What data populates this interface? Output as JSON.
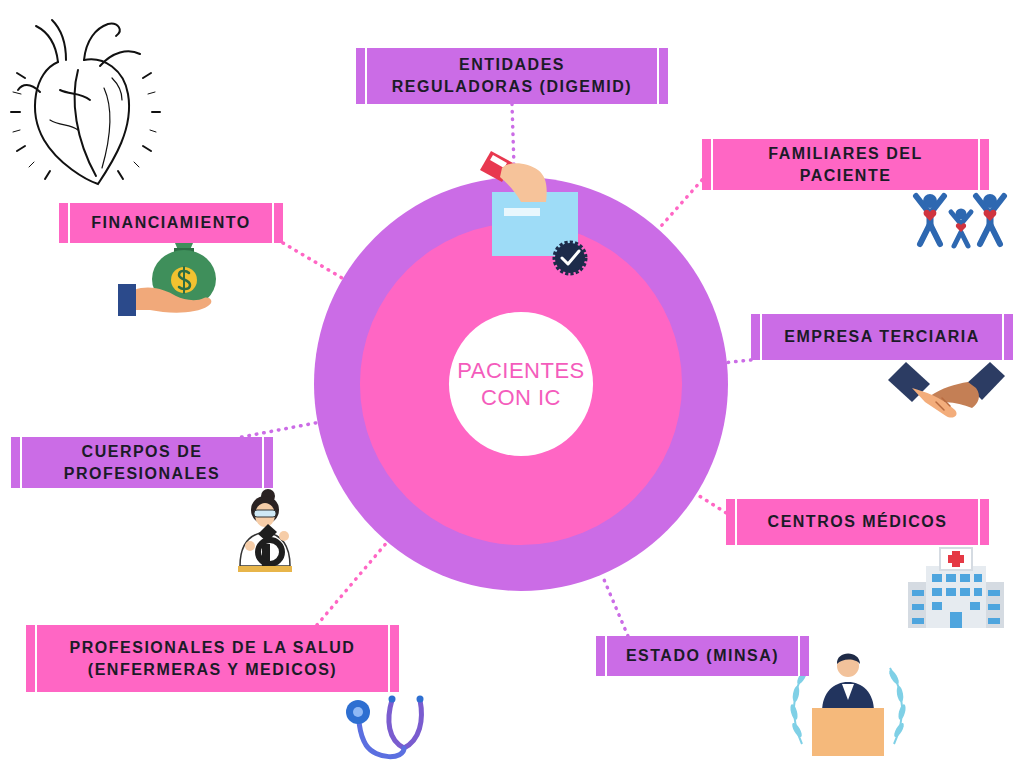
{
  "diagram": {
    "nodes": [
      {
        "text": [
          "ENTIDADES REGULADORAS (DIGEMID)"
        ]
      },
      {
        "text": [
          "FAMILIARES DEL PACIENTE"
        ]
      },
      {
        "text": [
          "FINANCIAMIENTO"
        ]
      },
      {
        "text": [
          "EMPRESA TERCIARIA"
        ]
      },
      {
        "text": [
          "PACIENTES CON IC"
        ]
      },
      {
        "text": [
          "CUERPOS DE PROFESIONALES"
        ]
      },
      {
        "text": [
          "CENTROS MÉDICOS"
        ]
      },
      {
        "text": [
          "PROFESIONALES DE LA SALUD (ENFERMERAS Y MEDICOS)"
        ]
      },
      {
        "text": [
          "ESTADO (MINSA)"
        ]
      }
    ],
    "edges": [
      {
        "from": 0,
        "to": 4,
        "arrow": "none"
      },
      {
        "from": 1,
        "to": 4,
        "arrow": "none"
      },
      {
        "from": 2,
        "to": 4,
        "arrow": "none"
      },
      {
        "from": 3,
        "to": 4,
        "arrow": "none"
      },
      {
        "from": 5,
        "to": 4,
        "arrow": "none"
      },
      {
        "from": 6,
        "to": 4,
        "arrow": "none"
      },
      {
        "from": 7,
        "to": 4,
        "arrow": "none"
      },
      {
        "from": 8,
        "to": 4,
        "arrow": "none"
      }
    ]
  }
}
